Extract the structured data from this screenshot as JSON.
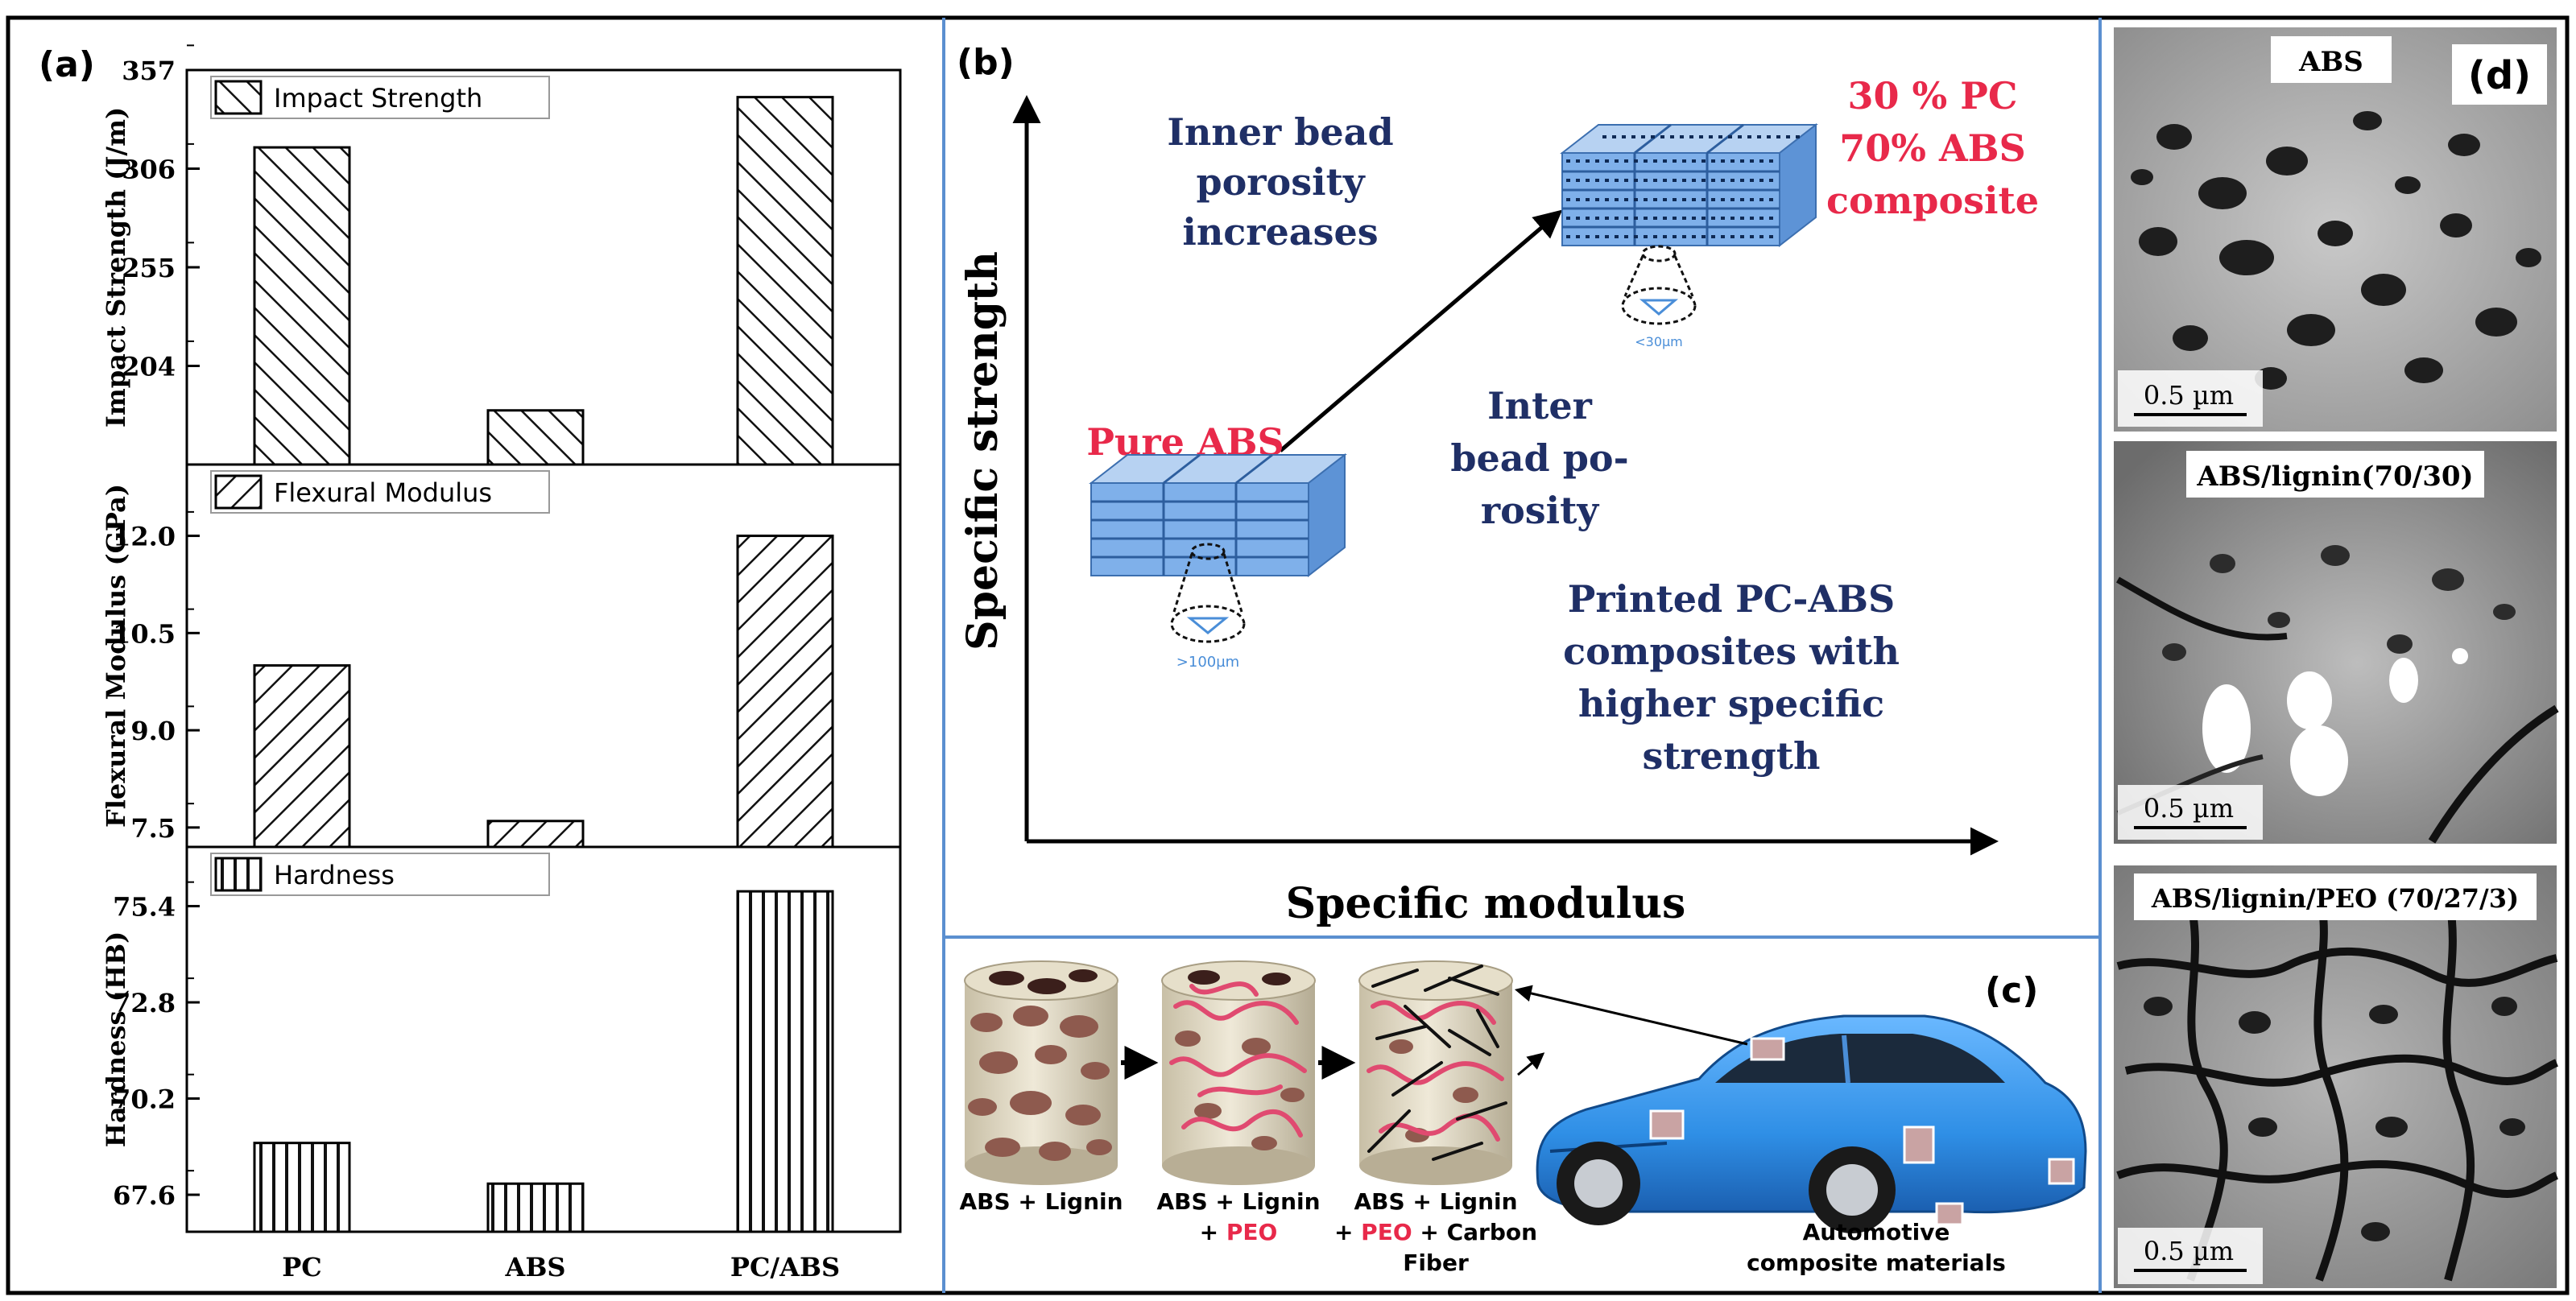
{
  "panel_labels": {
    "a": "(a)",
    "b": "(b)",
    "c": "(c)",
    "d": "(d)"
  },
  "colors": {
    "navy": "#1f2f66",
    "red": "#e8294a",
    "blue_accent": "#4a8ed8",
    "divider": "#5b8fd0",
    "car": "#2f8fe6"
  },
  "chart_data": [
    {
      "type": "bar",
      "categories": [
        "PC",
        "ABS",
        "PC/ABS"
      ],
      "values": [
        317,
        181,
        343
      ],
      "ylabel": "Impact Strength (J/m)",
      "legend": "Impact Strength",
      "ylim": [
        153,
        357
      ],
      "yticks": [
        "357",
        "306",
        "255",
        "204"
      ],
      "pattern": "diagonal"
    },
    {
      "type": "bar",
      "categories": [
        "PC",
        "ABS",
        "PC/ABS"
      ],
      "values": [
        10.0,
        7.6,
        12.0
      ],
      "ylabel": "Flexural Modulus (GPa)",
      "legend": "Flexural Modulus",
      "ylim": [
        7.2,
        13.1
      ],
      "yticks": [
        "12.0",
        "10.5",
        "9.0",
        "7.5"
      ],
      "pattern": "antidiagonal"
    },
    {
      "type": "bar",
      "categories": [
        "PC",
        "ABS",
        "PC/ABS"
      ],
      "values": [
        69.0,
        67.9,
        75.8
      ],
      "ylabel": "Hardness (HB)",
      "legend": "Hardness",
      "ylim": [
        66.6,
        77.0
      ],
      "yticks": [
        "75.4",
        "72.8",
        "70.2",
        "67.6"
      ],
      "pattern": "vertical"
    }
  ],
  "panel_b": {
    "ylabel": "Specific strength",
    "xlabel": "Specific modulus",
    "inner_bead": [
      "Inner bead",
      "porosity",
      "increases"
    ],
    "composite": [
      "30 % PC",
      "70% ABS",
      "composite"
    ],
    "pure_abs": "Pure ABS",
    "inter_bead": [
      "Inter",
      "bead po-",
      "rosity"
    ],
    "printed": [
      "Printed PC-ABS",
      "composites with",
      "higher specific",
      "strength"
    ],
    "pore_small": "<30µm",
    "pore_large": ">100µm"
  },
  "panel_c": {
    "cyl1": [
      "ABS + Lignin"
    ],
    "cyl2": [
      "ABS + Lignin",
      "+ PEO"
    ],
    "cyl3": [
      "ABS + Lignin",
      "+ PEO + Carbon",
      "Fiber"
    ],
    "car_caption": [
      "Automotive",
      "composite materials"
    ],
    "peo_word": "PEO"
  },
  "panel_d": {
    "img1": "ABS",
    "img2": "ABS/lignin(70/30)",
    "img3": "ABS/lignin/PEO (70/27/3)",
    "scale": "0.5 µm"
  }
}
